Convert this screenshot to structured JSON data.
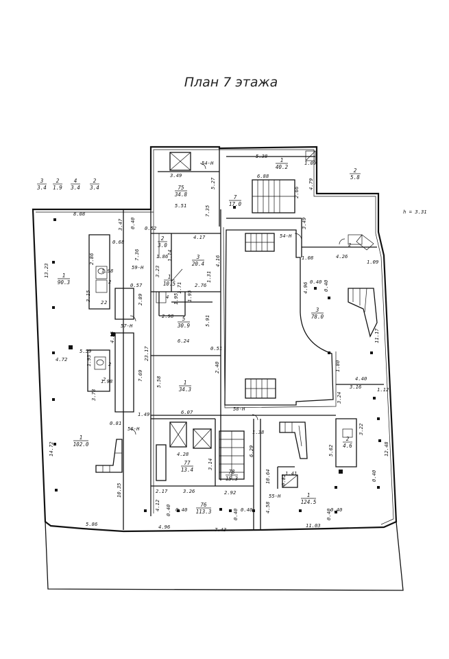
{
  "title": "План 7 этажа",
  "height_note": "h = 3.31",
  "top_legend": [
    {
      "num": "3",
      "den": "3.4"
    },
    {
      "num": "2",
      "den": "1.9"
    },
    {
      "num": "4",
      "den": "3.4"
    },
    {
      "num": "2",
      "den": "3.4"
    }
  ],
  "rooms": [
    {
      "num": "1",
      "area": "40.2"
    },
    {
      "num": "75",
      "area": "34.8"
    },
    {
      "num": "7",
      "area": "17.0"
    },
    {
      "num": "2",
      "area": "5.8"
    },
    {
      "num": "2",
      "area": "3.0"
    },
    {
      "num": "3",
      "area": "20.4"
    },
    {
      "num": "1",
      "area": "10.5"
    },
    {
      "num": "1",
      "area": "90.3"
    },
    {
      "num": "5",
      "area": "30.9"
    },
    {
      "num": "3",
      "area": "78.0"
    },
    {
      "num": "1",
      "area": "34.3"
    },
    {
      "num": "1",
      "area": "102.0"
    },
    {
      "num": "77",
      "area": "13.4"
    },
    {
      "num": "78",
      "area": "15.3"
    },
    {
      "num": "76",
      "area": "113.3"
    },
    {
      "num": "1",
      "area": "124.5"
    },
    {
      "num": "2",
      "area": "4.6"
    }
  ],
  "dimensions": [
    "5.38",
    "1.09",
    "6.88",
    "3.49",
    "5.27",
    "4.79",
    "8.08",
    "3.47",
    "0.40",
    "0.52",
    "5.51",
    "7.35",
    "2.66",
    "3.49",
    "13.23",
    "2.86",
    "0.68",
    "7.36",
    "4.17",
    "1.86",
    "1.14",
    "4.16",
    "1.08",
    "4.26",
    "1.09",
    "1.98",
    "0.57",
    "3.15",
    "3.23",
    "1.71",
    "2.76",
    "1.31",
    "1.95",
    "1.95",
    "2.98",
    "2.89",
    "5.91",
    "4.96",
    "0.40",
    "0.40",
    "11.17",
    "4.15",
    "6.24",
    "0.51",
    "4.72",
    "5.59",
    "1.93",
    "1.98",
    "23.17",
    "7.69",
    "1.80",
    "2.40",
    "5.58",
    "4.40",
    "3.16",
    "1.12",
    "3.78",
    "1.49",
    "3.24",
    "0.81",
    "6.07",
    "1.38",
    "3.22",
    "14.72",
    "4.28",
    "6.29",
    "5.62",
    "12.48",
    "3.14",
    "10.64",
    "1.41",
    "0.82",
    "0.40",
    "10.35",
    "2.17",
    "3.26",
    "2.92",
    "4.12",
    "0.40",
    "0.40",
    "0.40",
    "0.40",
    "4.58",
    "0.40",
    "0.40",
    "5.86",
    "4.96",
    "7.43",
    "11.03"
  ],
  "shafts": [
    "54-Н",
    "54-Н",
    "59-Н",
    "57-Н",
    "58-Н",
    "56-Н",
    "55-Н"
  ],
  "markers": [
    "2",
    "4",
    "2",
    "2",
    "2",
    "2",
    "2"
  ]
}
